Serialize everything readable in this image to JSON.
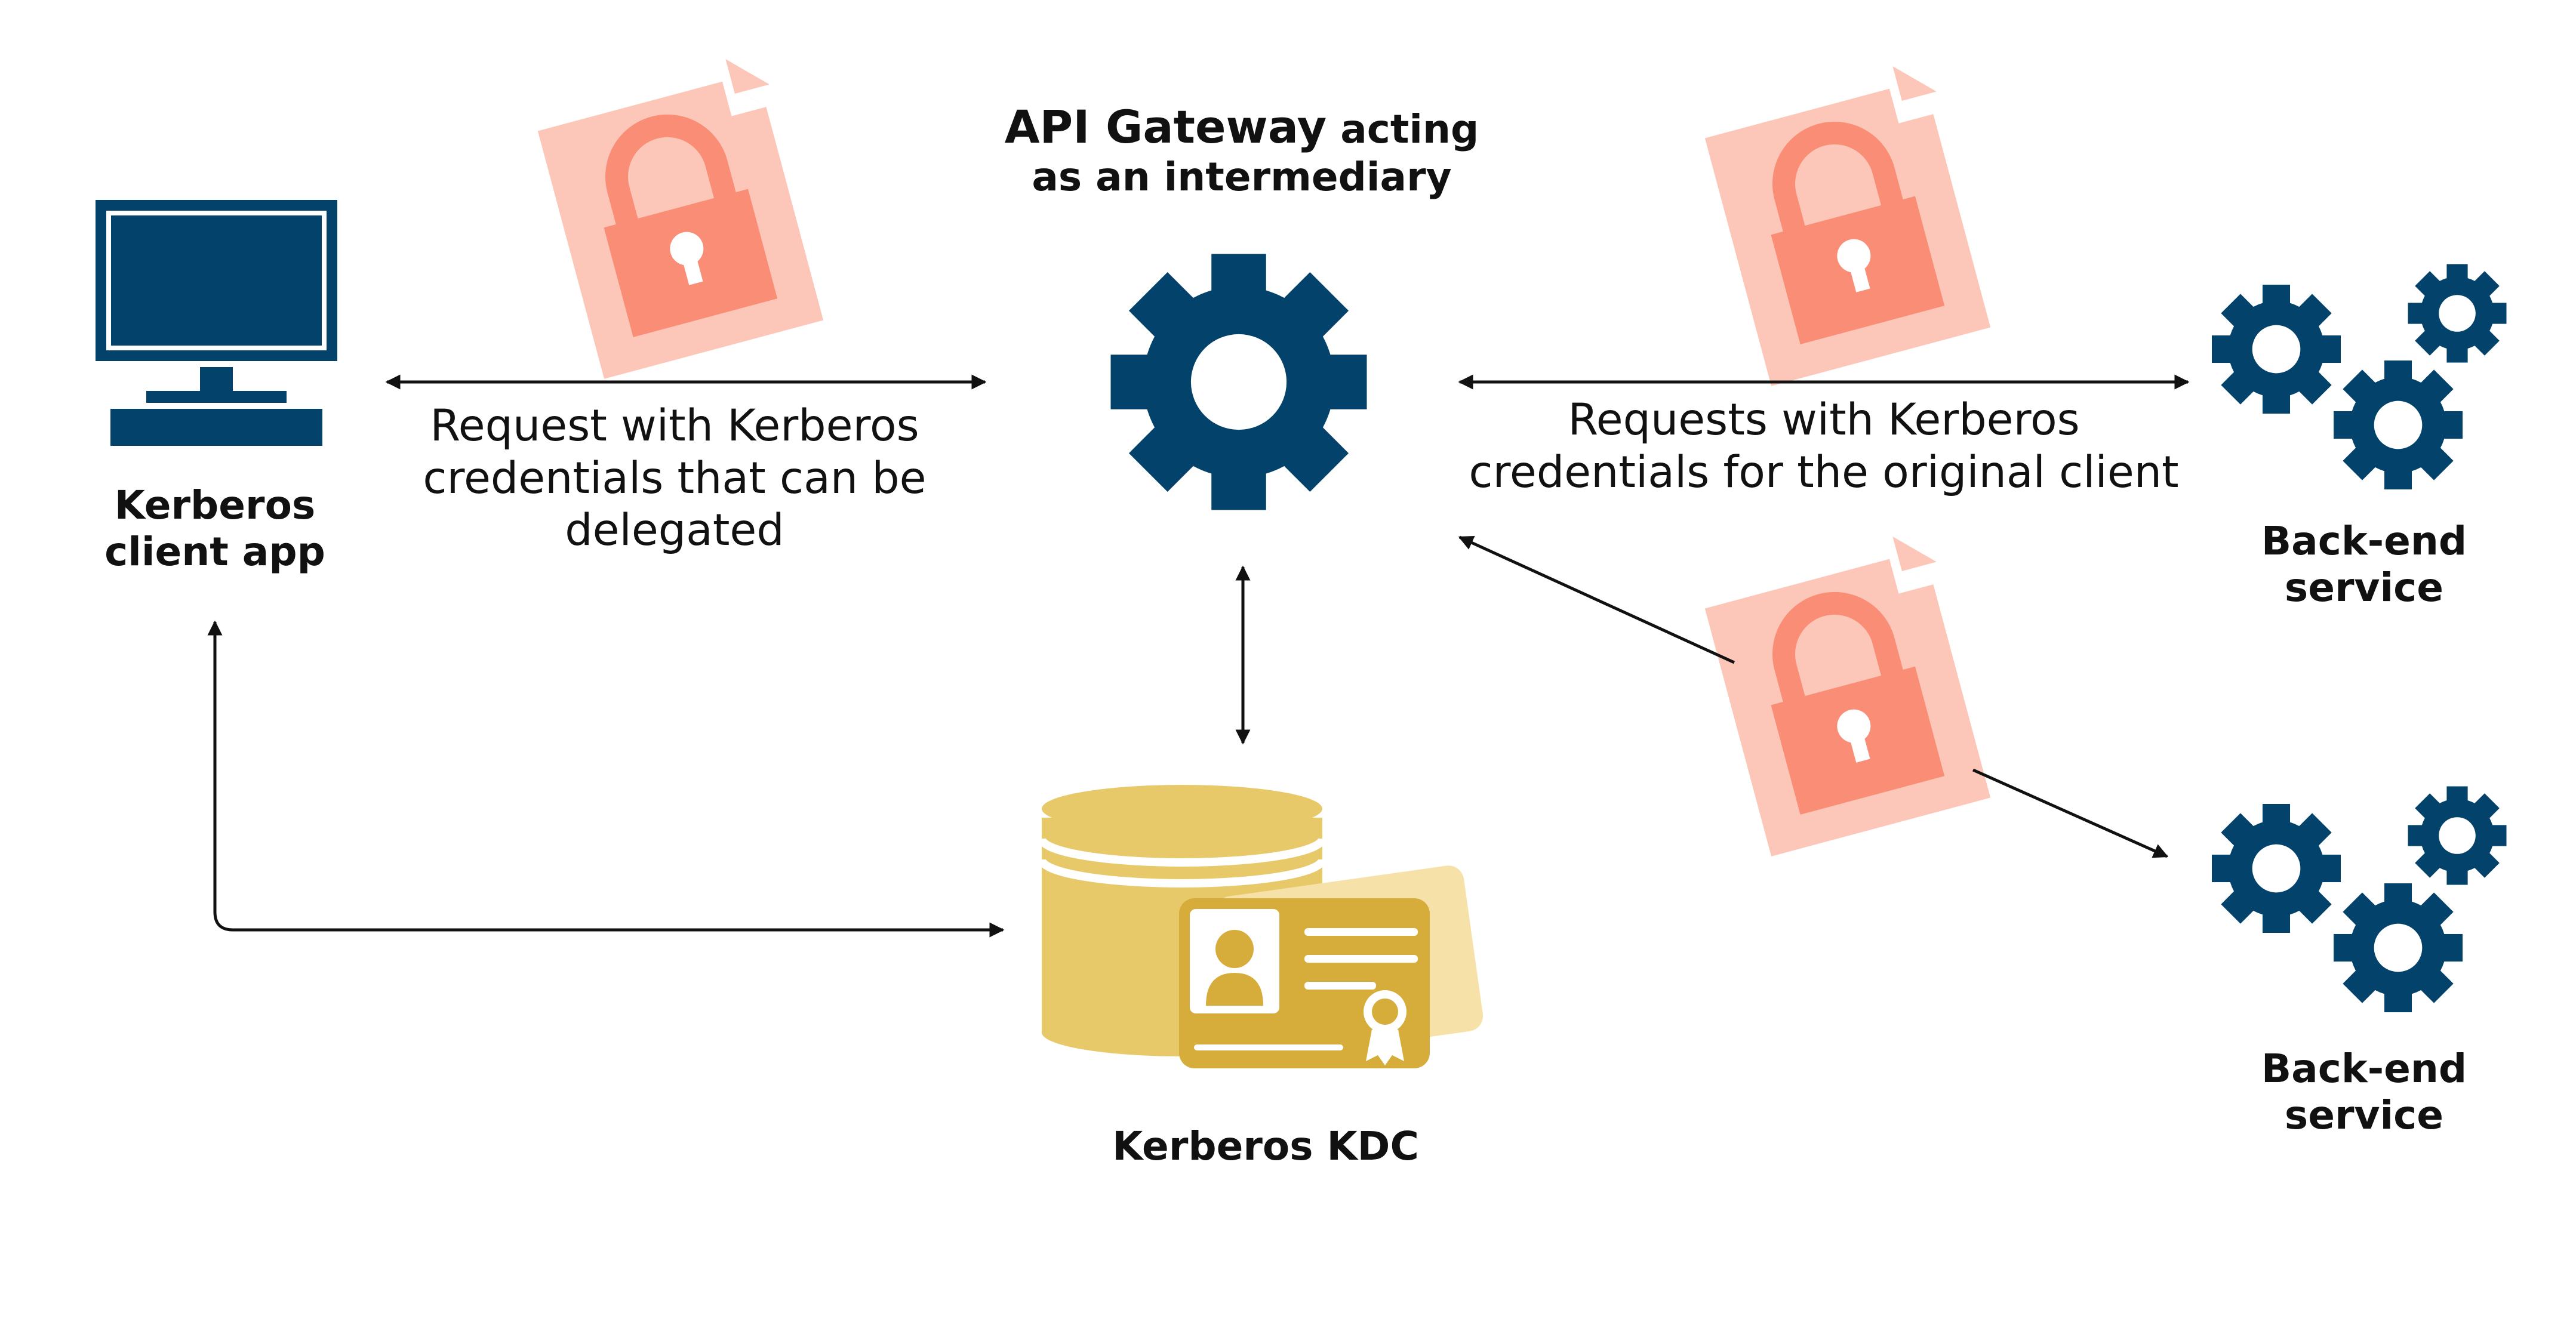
{
  "labels": {
    "client": [
      "Kerberos",
      "client app"
    ],
    "gateway_title_main": "API Gateway",
    "gateway_title_rest": " acting",
    "gateway_title_line2": "as an intermediary",
    "kdc": "Kerberos KDC",
    "backend1": [
      "Back-end",
      "service"
    ],
    "backend2": [
      "Back-end",
      "service"
    ],
    "request_left": [
      "Request with Kerberos",
      "credentials that can be",
      "delegated"
    ],
    "request_right": [
      "Requests with Kerberos",
      "credentials for the original client"
    ]
  },
  "colors": {
    "navy": "#03426a",
    "gold": "#e8c96a",
    "gold_dark": "#d6ac3a",
    "gold_light": "#f6e2a8",
    "doc_pink": "#fcc7b9",
    "lock": "#fa8d75",
    "arrow": "#111111"
  },
  "icons": {
    "client": "computer-icon",
    "gateway": "gear-icon",
    "kdc": "database-id-card-icon",
    "credential": "locked-document-icon",
    "backend": "gears-icon"
  }
}
